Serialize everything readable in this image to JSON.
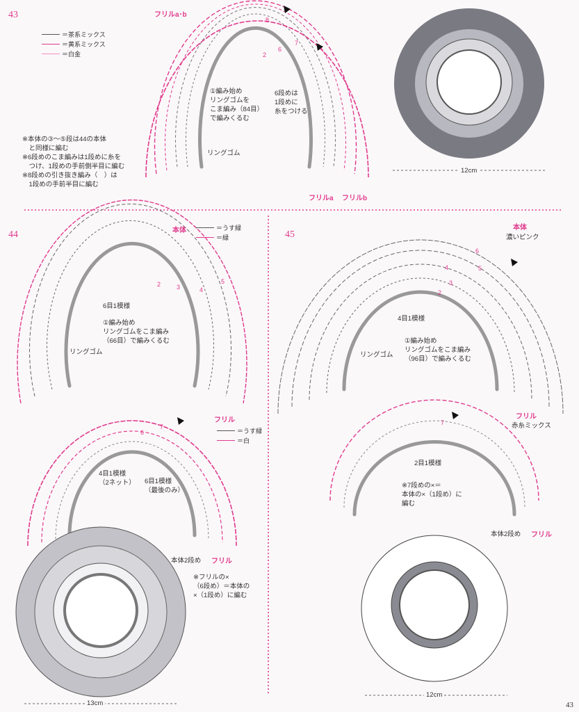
{
  "page_number": "43",
  "colors": {
    "pink": "#e03a8c",
    "pink_light": "#f08cbf",
    "gray": "#666666",
    "ring": "#9a9a9a"
  },
  "s43": {
    "num": "43",
    "frill_title": "フリルa･b",
    "legend": [
      {
        "label": "＝茶系ミックス"
      },
      {
        "label": "＝黄系ミックス"
      },
      {
        "label": "＝白金"
      }
    ],
    "start_note": [
      "①編み始め",
      "リングゴムを",
      "こま編み（84目）",
      "で編みくるむ"
    ],
    "thread_note": [
      "6段めは",
      "1段めに",
      "糸をつける"
    ],
    "ring_label": "リングゴム",
    "frill_a": "フリルa",
    "frill_b": "フリルb",
    "notes": [
      "※本体の③～⑤段は44の本体",
      "　と同様に編む",
      "※6段めのこま編みは1段めに糸を",
      "　つけ、1段めの手前側半目に編む",
      "※8段めの引き抜き編み（　）は",
      "　1段めの手前半目に編む"
    ],
    "dimension": "12cm",
    "row_marks": [
      "8",
      "7",
      "6",
      "2"
    ]
  },
  "s44": {
    "num": "44",
    "body_title": "本体",
    "body_legend": [
      {
        "label": "＝うす緑"
      },
      {
        "label": "＝緑"
      }
    ],
    "repeat_label": "6目1模様",
    "start_note": [
      "①編み始め",
      "リングゴムをこま編み",
      "（66目）で編みくるむ"
    ],
    "ring_label": "リングゴム",
    "frill_title": "フリル",
    "frill_legend": [
      {
        "label": "＝うす緑"
      },
      {
        "label": "＝白"
      }
    ],
    "frill_repeat1": [
      "4目1模様",
      "（2ネット）"
    ],
    "frill_repeat2": [
      "6目1模様",
      "（最後のみ）"
    ],
    "body_row2": "本体2段め",
    "frill_label": "フリル",
    "note": [
      "※フリルの×",
      "（6段め）＝本体の",
      "×（1段め）に編む"
    ],
    "dimension": "13cm",
    "row_marks": [
      "2",
      "3",
      "4",
      "5",
      "6",
      "7"
    ]
  },
  "s45": {
    "num": "45",
    "body_title": "本体",
    "body_color": "濃いピンク",
    "repeat_label": "4目1模様",
    "start_note": [
      "①編み始め",
      "リングゴムをこま編み",
      "（96目）で編みくるむ"
    ],
    "ring_label": "リングゴム",
    "frill_title": "フリル",
    "frill_color": "赤糸ミックス",
    "frill_repeat": "2目1模様",
    "note": [
      "※7段めの×＝",
      "本体の×（1段め）に",
      "編む"
    ],
    "body_row2": "本体2段め",
    "frill_label": "フリル",
    "dimension": "12cm",
    "row_marks": [
      "2",
      "3",
      "4",
      "5",
      "6",
      "7"
    ]
  }
}
